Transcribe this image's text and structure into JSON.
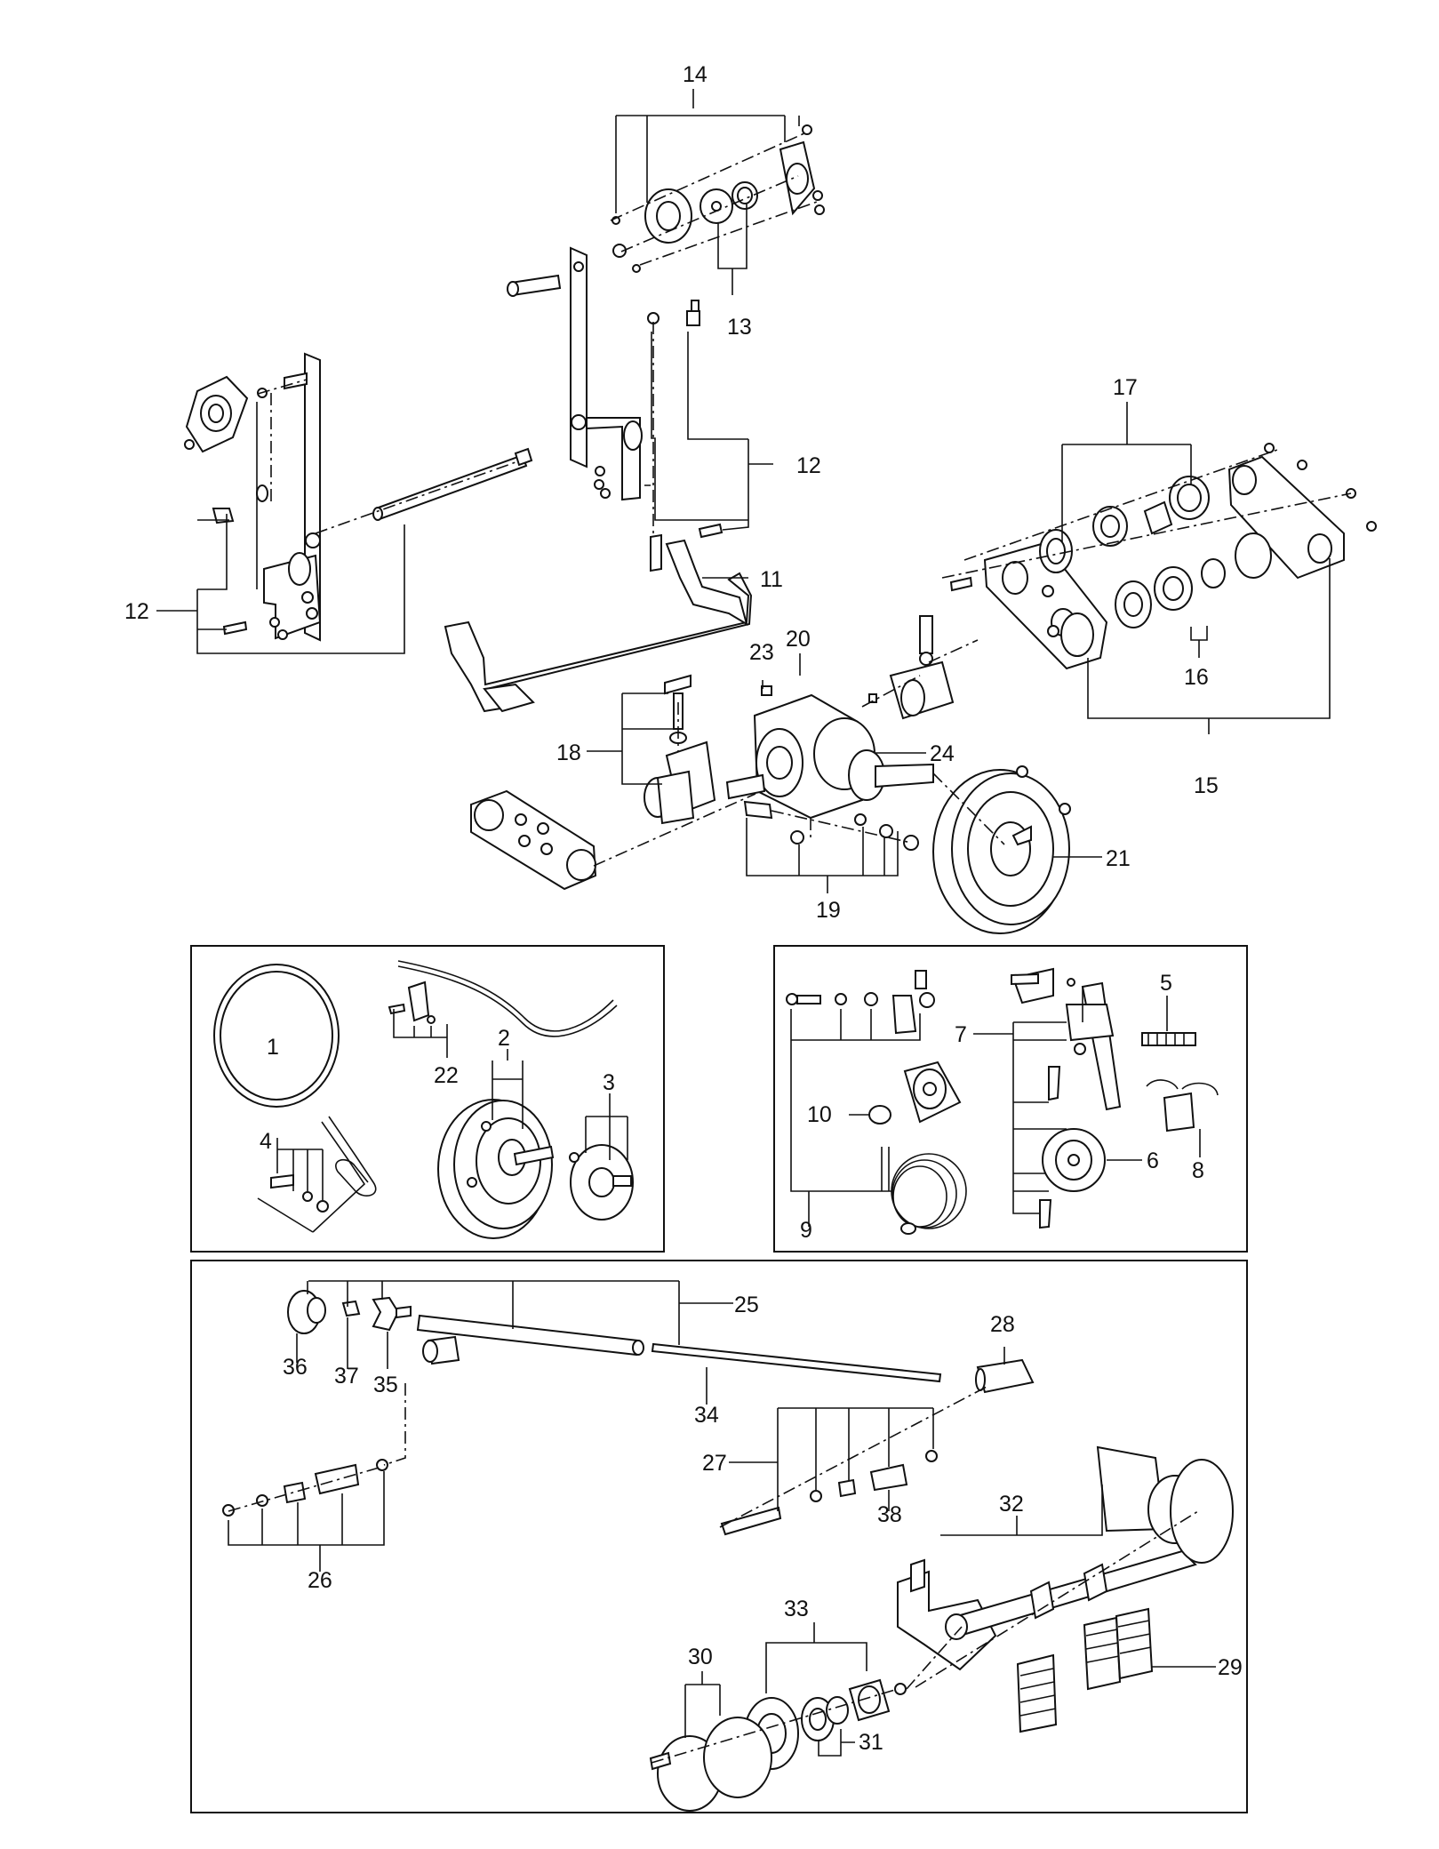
{
  "callouts": {
    "c1": "1",
    "c2": "2",
    "c3": "3",
    "c4": "4",
    "c5": "5",
    "c6": "6",
    "c7": "7",
    "c8": "8",
    "c9": "9",
    "c10": "10",
    "c11": "11",
    "c12a": "12",
    "c12b": "12",
    "c13": "13",
    "c14": "14",
    "c15": "15",
    "c16": "16",
    "c17": "17",
    "c18": "18",
    "c19": "19",
    "c20": "20",
    "c21": "21",
    "c22": "22",
    "c23": "23",
    "c24": "24",
    "c25": "25",
    "c26": "26",
    "c27": "27",
    "c28": "28",
    "c29": "29",
    "c30": "30",
    "c31": "31",
    "c32": "32",
    "c33": "33",
    "c34": "34",
    "c35": "35",
    "c36": "36",
    "c37": "37",
    "c38": "38"
  }
}
